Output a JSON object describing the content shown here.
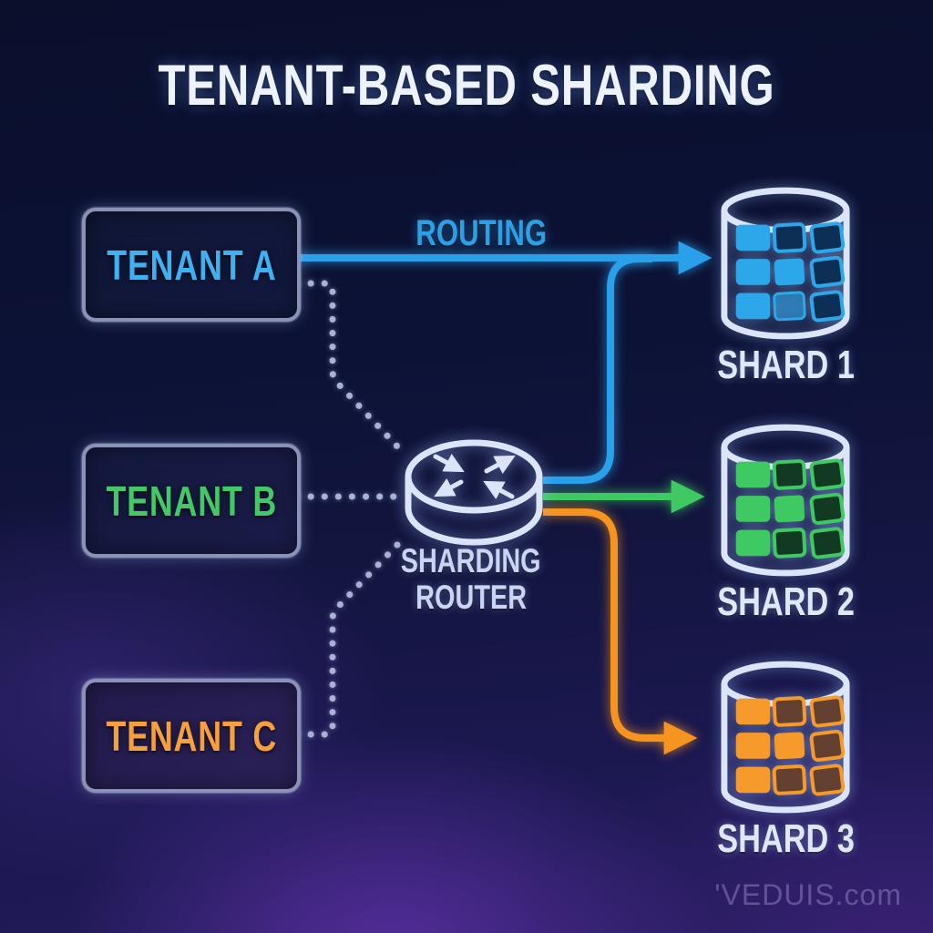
{
  "title": "TENANT-BASED SHARDING",
  "routing_label": "ROUTING",
  "router": {
    "line1": "SHARDING",
    "line2": "ROUTER"
  },
  "tenants": [
    {
      "label": "TENANT A",
      "color": "#3fb0f0"
    },
    {
      "label": "TENANT B",
      "color": "#44c767"
    },
    {
      "label": "TENANT C",
      "color": "#f5a03c"
    }
  ],
  "shards": [
    {
      "label": "SHARD 1",
      "color": "#2ba7ea",
      "dark": "#0d2f55",
      "pattern": [
        [
          "filled",
          "outline",
          "outline"
        ],
        [
          "filled",
          "filled",
          "outline"
        ],
        [
          "filled",
          "dim",
          "outline"
        ]
      ]
    },
    {
      "label": "SHARD 2",
      "color": "#3ec963",
      "dark": "#123a22",
      "pattern": [
        [
          "filled",
          "outline",
          "outline"
        ],
        [
          "filled",
          "filled",
          "outline"
        ],
        [
          "filled",
          "outline",
          "outline"
        ]
      ]
    },
    {
      "label": "SHARD 3",
      "color": "#f59a2b",
      "dark": "#63402f",
      "pattern": [
        [
          "filled",
          "outline",
          "outline"
        ],
        [
          "filled",
          "filled",
          "outline"
        ],
        [
          "filled",
          "outline",
          "outline"
        ]
      ]
    }
  ],
  "watermark": "'VEDUIS.com",
  "colors": {
    "blue": "#2aa0ea",
    "green": "#3ec963",
    "orange": "#f5941e",
    "dot": "#a9b1d6",
    "outline": "#dbe4f8",
    "title": "#eef2fc",
    "label": "#dfe8fb",
    "router_text": "#c9d5f2",
    "routing_text": "#2f9fe4",
    "watermark": "#9a86c4"
  }
}
